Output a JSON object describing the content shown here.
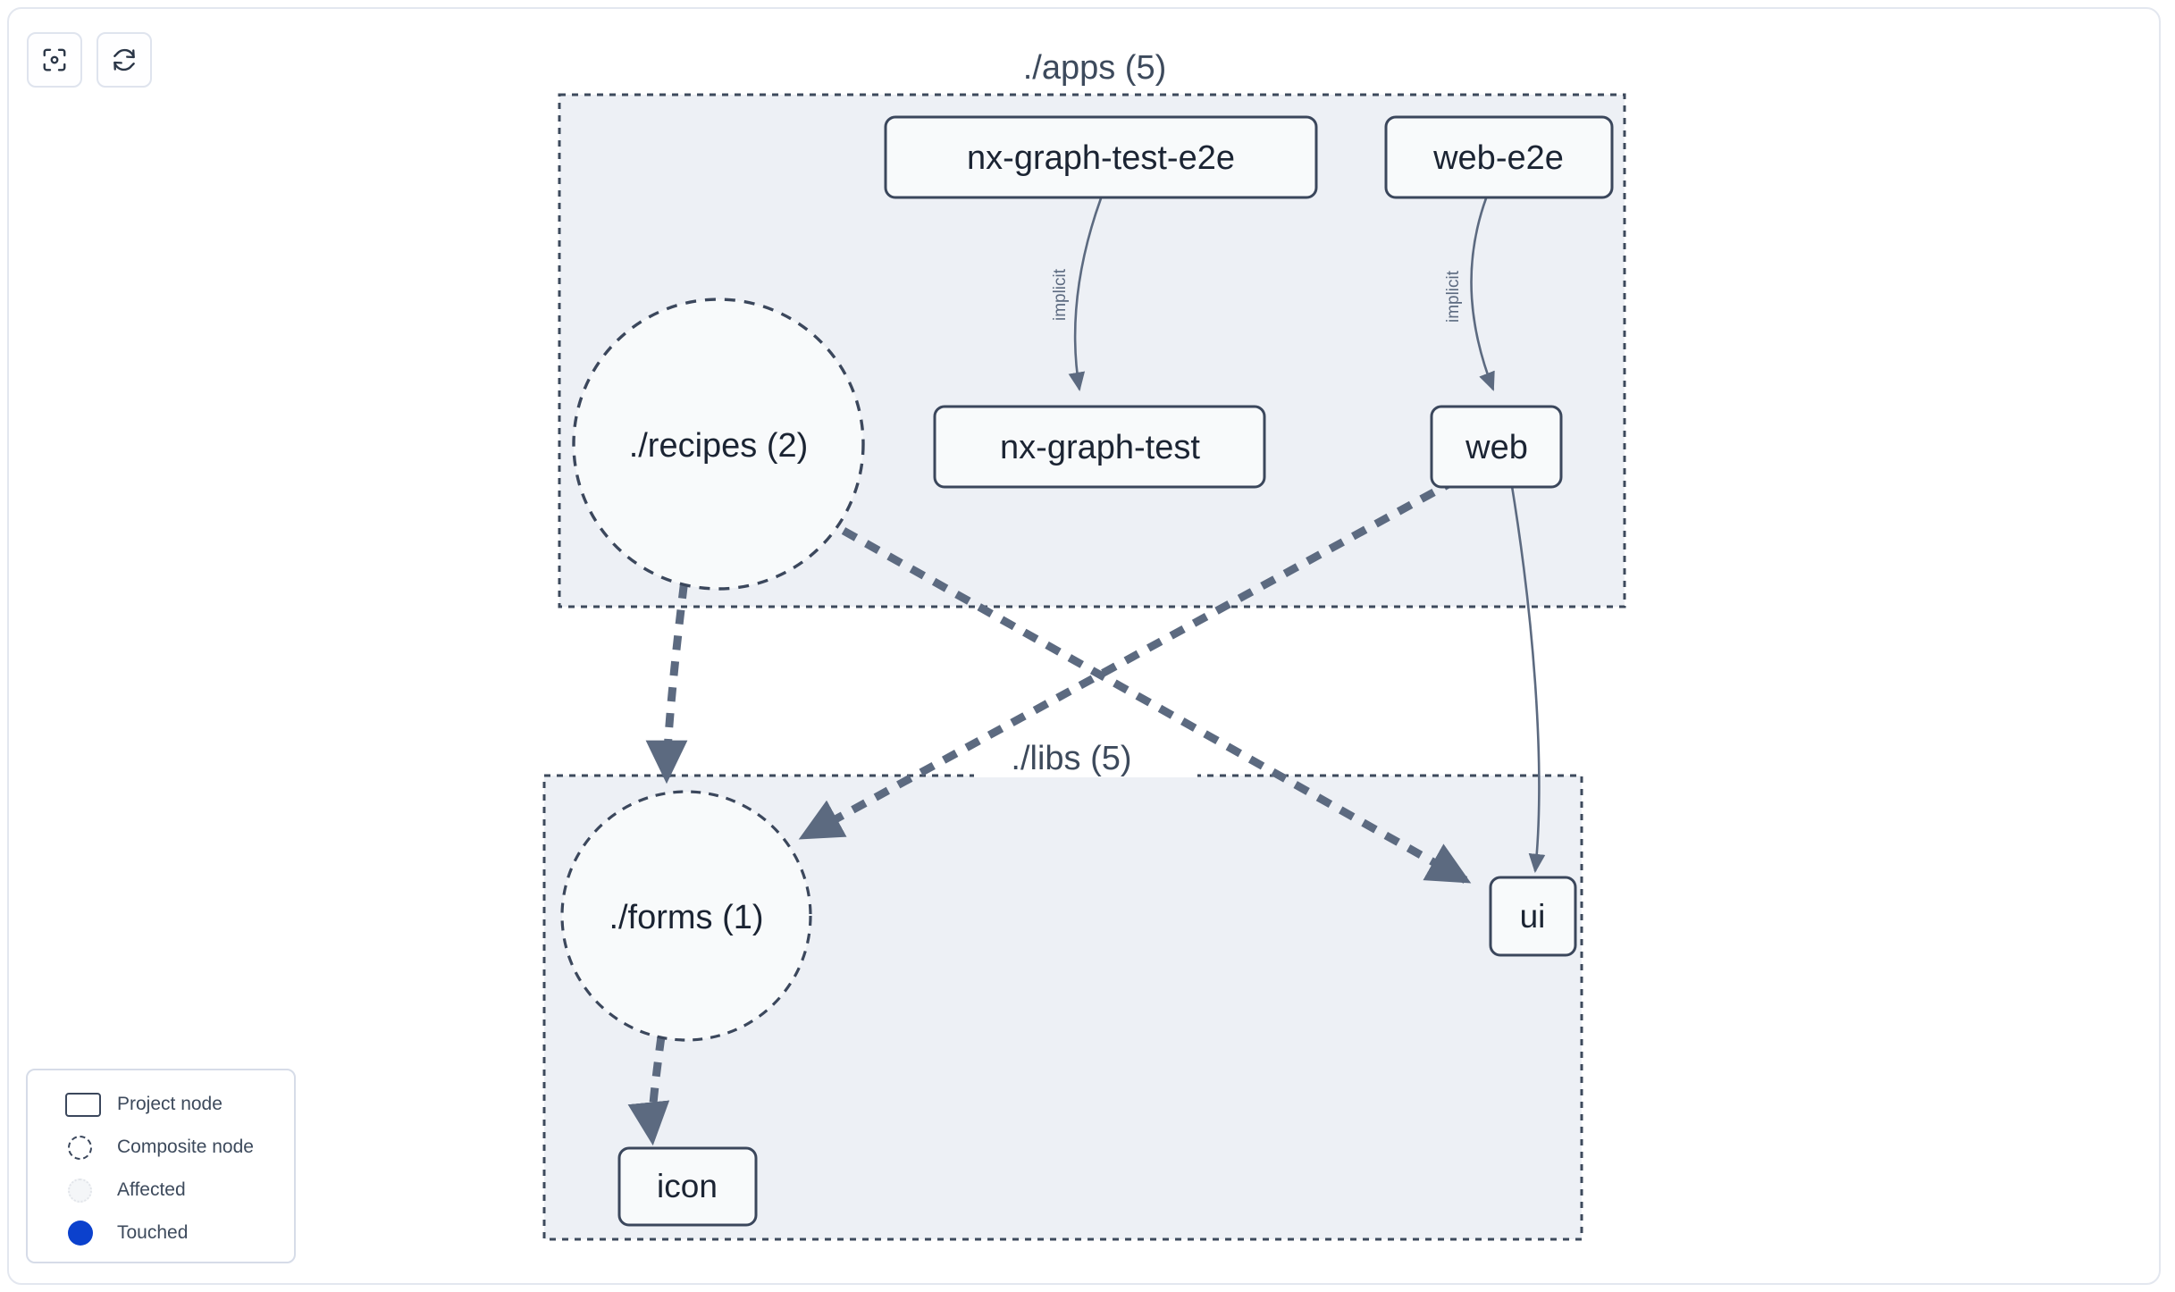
{
  "toolbar": {
    "buttons": [
      {
        "name": "focus-graph-button",
        "icon": "focus-target-icon",
        "label": ""
      },
      {
        "name": "refresh-graph-button",
        "icon": "refresh-icon",
        "label": ""
      }
    ]
  },
  "graph": {
    "groups": [
      {
        "id": "apps",
        "label": "./apps (5)"
      },
      {
        "id": "libs",
        "label": "./libs (5)"
      }
    ],
    "composite_nodes": [
      {
        "id": "recipes",
        "label": "./recipes (2)"
      },
      {
        "id": "forms",
        "label": "./forms (1)"
      }
    ],
    "project_nodes": [
      {
        "id": "nx-graph-test-e2e",
        "label": "nx-graph-test-e2e"
      },
      {
        "id": "web-e2e",
        "label": "web-e2e"
      },
      {
        "id": "nx-graph-test",
        "label": "nx-graph-test"
      },
      {
        "id": "web",
        "label": "web"
      },
      {
        "id": "ui",
        "label": "ui"
      },
      {
        "id": "icon",
        "label": "icon"
      }
    ],
    "edges": [
      {
        "from": "nx-graph-test-e2e",
        "to": "nx-graph-test",
        "label": "implicit",
        "style": "solid"
      },
      {
        "from": "web-e2e",
        "to": "web",
        "label": "implicit",
        "style": "solid"
      },
      {
        "from": "web",
        "to": "ui",
        "label": "",
        "style": "solid"
      },
      {
        "from": "recipes",
        "to": "forms",
        "label": "",
        "style": "dashed"
      },
      {
        "from": "recipes",
        "to": "ui",
        "label": "",
        "style": "dashed"
      },
      {
        "from": "web",
        "to": "forms",
        "label": "",
        "style": "dashed"
      },
      {
        "from": "forms",
        "to": "icon",
        "label": "",
        "style": "dashed"
      }
    ]
  },
  "legend": {
    "items": [
      {
        "icon": "project-node-rect-icon",
        "label": "Project node"
      },
      {
        "icon": "composite-node-dashed-circle-icon",
        "label": "Composite node"
      },
      {
        "icon": "affected-node-circle-icon",
        "label": "Affected"
      },
      {
        "icon": "touched-node-dot-icon",
        "label": "Touched"
      }
    ]
  },
  "colors": {
    "group_fill": "#edf0f5",
    "group_stroke": "#3d4a5c",
    "node_fill": "#f8fafb",
    "node_stroke": "#3b475c",
    "edge": "#5c6a80",
    "touched": "#0b41cd",
    "canvas_border": "#e3e7ef"
  }
}
